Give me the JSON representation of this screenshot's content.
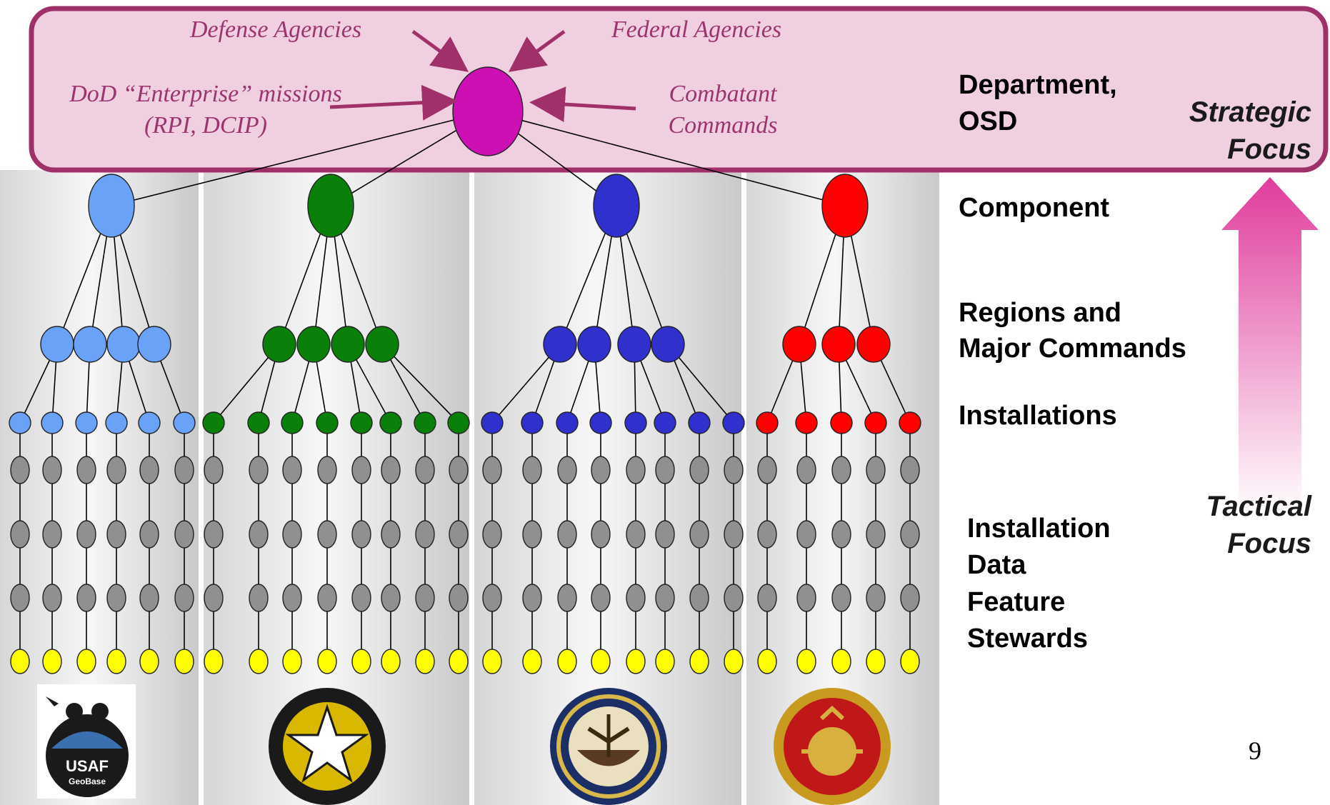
{
  "colors": {
    "top_band_fill": "#f0d0e0",
    "top_band_border": "#a0306a",
    "agency_text": "#9c3470",
    "osd_node": "#cc10b4",
    "arrow": "#a0306a",
    "focus_arrow": "#e040a0",
    "stewards_node": "#ffff00",
    "feature_node": "#909090",
    "services": [
      "#6aa2f8",
      "#0a800a",
      "#3030cc",
      "#ff0000"
    ]
  },
  "agencies": {
    "defense": "Defense Agencies",
    "federal": "Federal Agencies",
    "dod_line1": "DoD “Enterprise” missions",
    "dod_line2": "(RPI, DCIP)",
    "combatant_line1": "Combatant",
    "combatant_line2": "Commands"
  },
  "levels": {
    "department_line1": "Department,",
    "department_line2": "OSD",
    "component": "Component",
    "regions_line1": "Regions and",
    "regions_line2": "Major Commands",
    "installations": "Installations",
    "data_line1": "Installation",
    "data_line2": "Data",
    "data_line3": "Feature",
    "data_line4": "Stewards"
  },
  "focus": {
    "strategic_line1": "Strategic",
    "strategic_line2": "Focus",
    "tactical_line1": "Tactical",
    "tactical_line2": "Focus"
  },
  "hierarchy": {
    "top": "Department, OSD",
    "services": [
      {
        "color": "#6aa2f8",
        "regions": 4,
        "installations": 6,
        "seal_icon": "usaf-geobase-logo",
        "seal_text_line1": "USAF",
        "seal_text_line2": "GeoBase"
      },
      {
        "color": "#0a800a",
        "regions": 4,
        "installations": 8,
        "seal_icon": "army-installation-geospatial-seal"
      },
      {
        "color": "#3030cc",
        "regions": 4,
        "installations": 8,
        "seal_icon": "department-of-the-navy-seal"
      },
      {
        "color": "#ff0000",
        "regions": 3,
        "installations": 5,
        "seal_icon": "usmc-geofidelis-seal"
      }
    ],
    "feature_rows_per_installation": 3,
    "steward_nodes_per_installation": 1
  },
  "page_number": "9"
}
